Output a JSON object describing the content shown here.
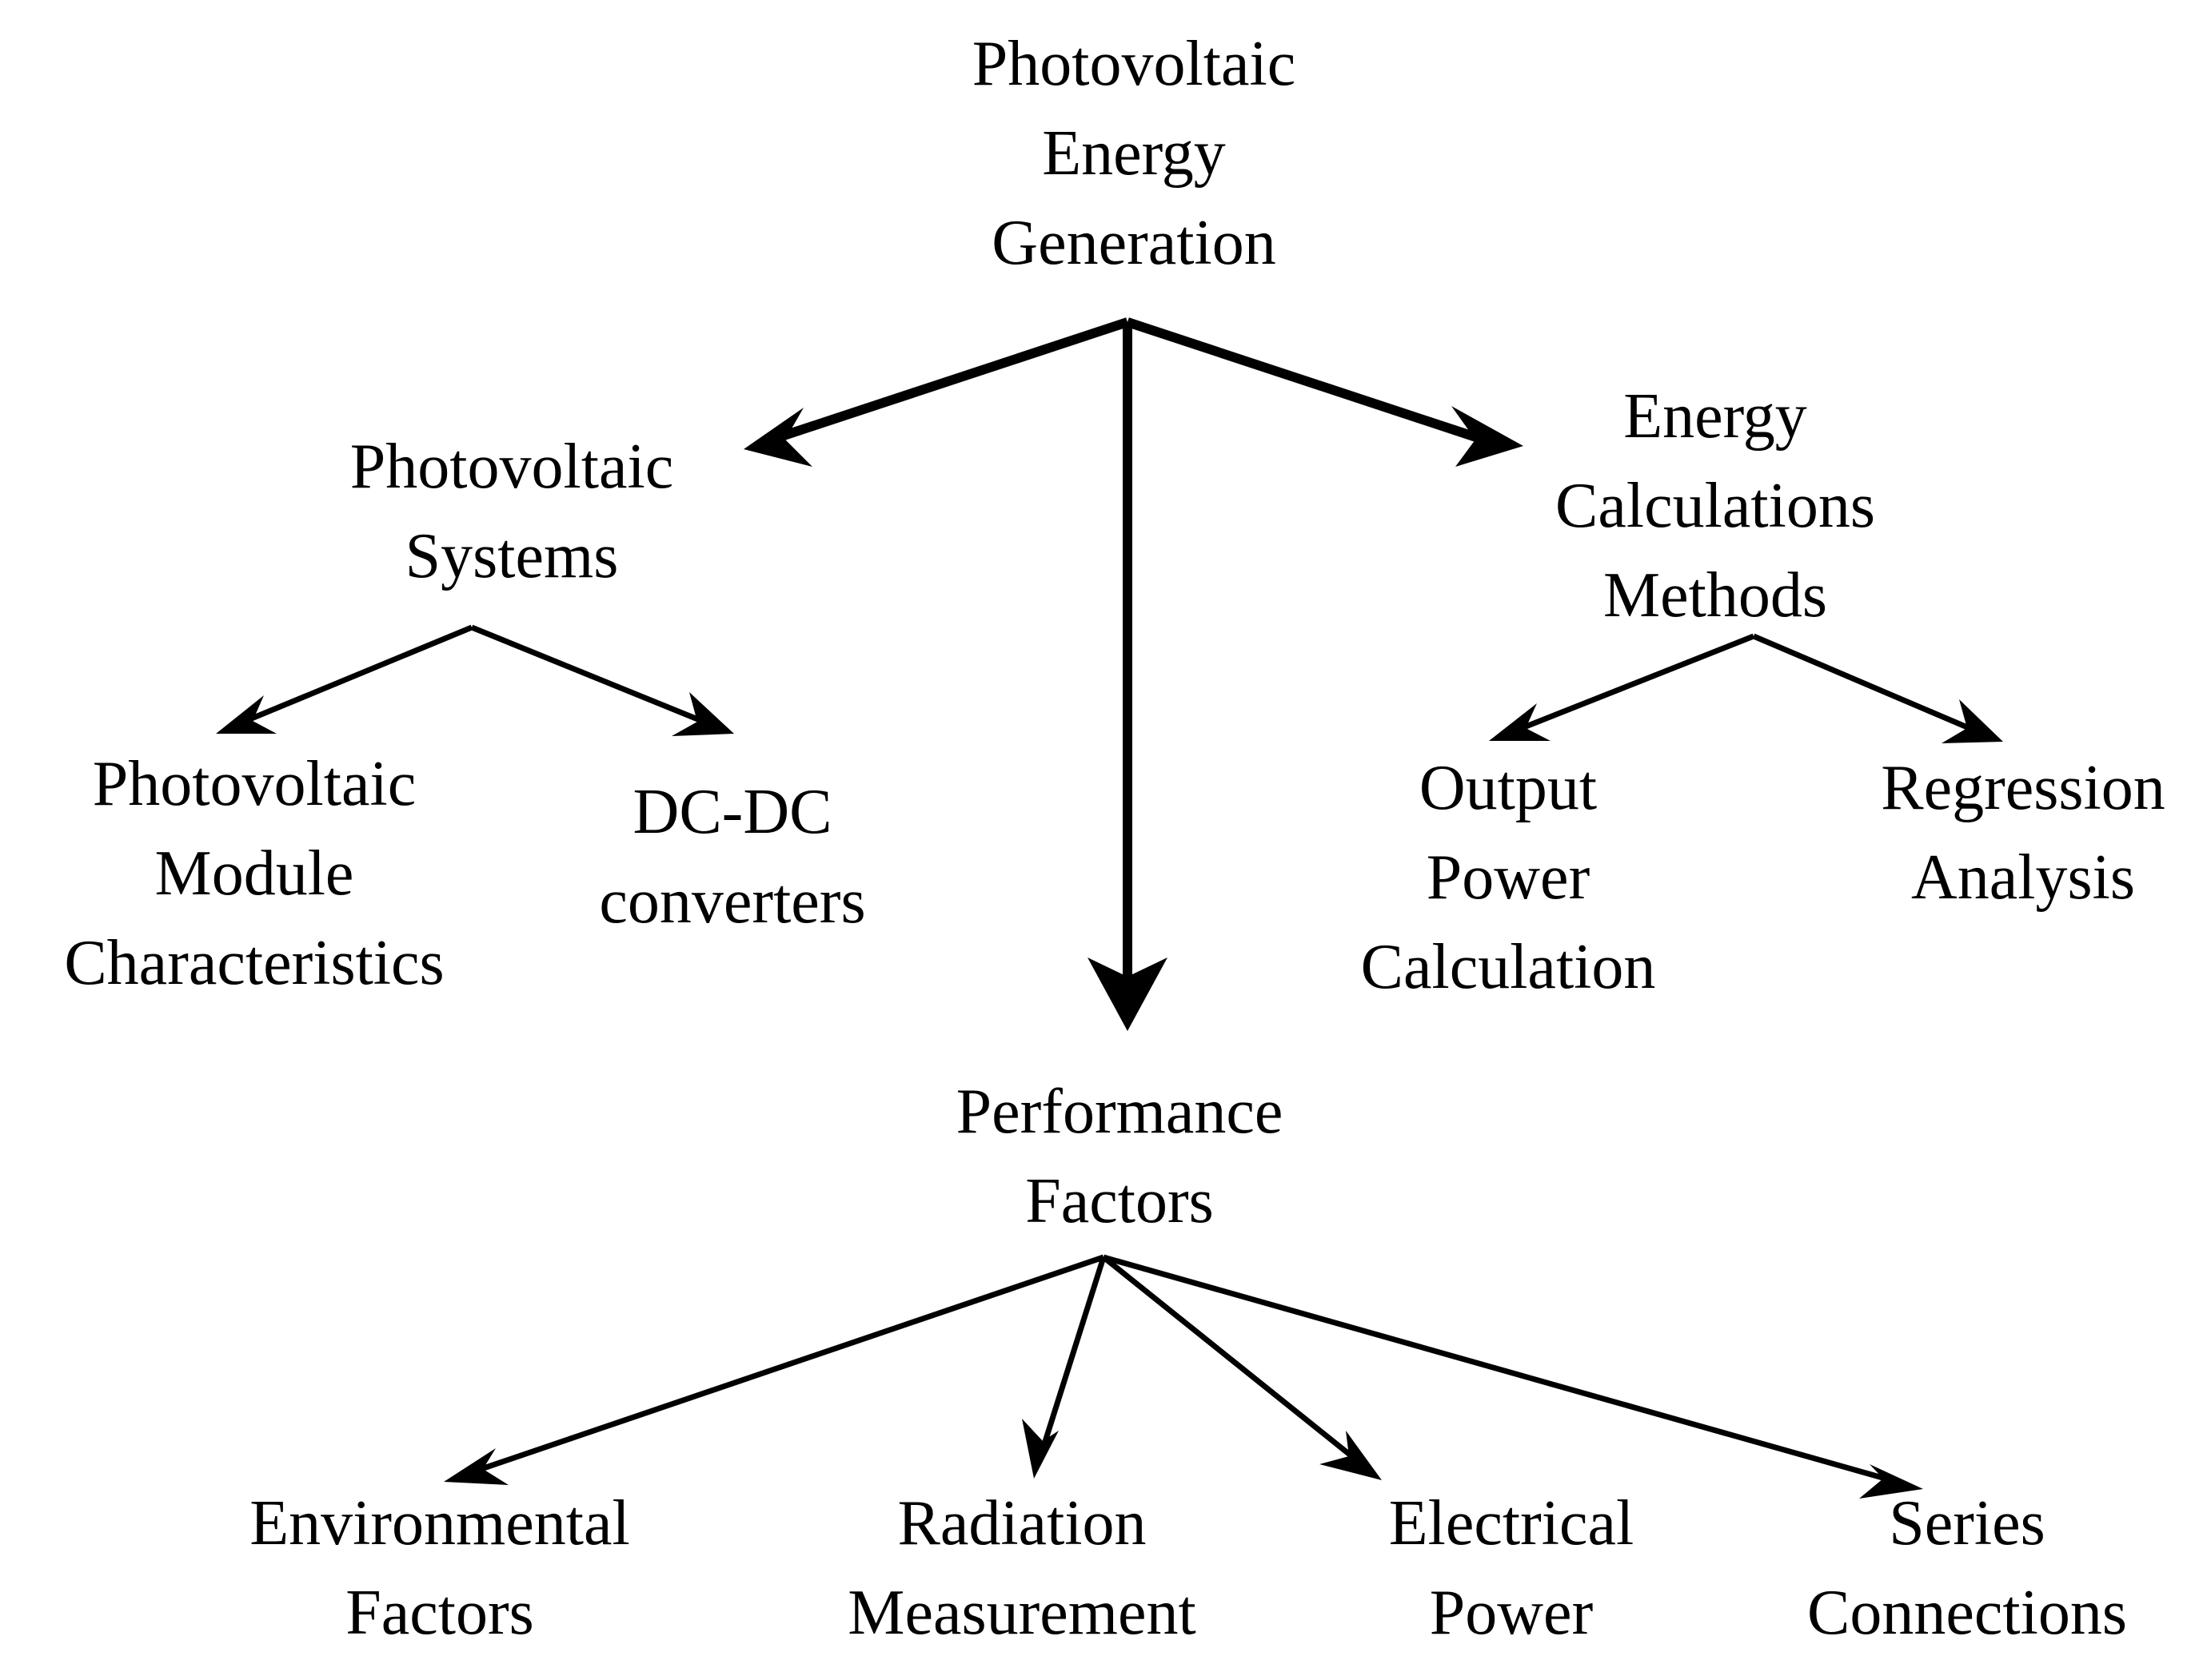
{
  "nodes": {
    "root": [
      "Photovoltaic",
      "Energy",
      "Generation"
    ],
    "pv_systems": [
      "Photovoltaic",
      "Systems"
    ],
    "energy_calc": [
      "Energy",
      "Calculations",
      "Methods"
    ],
    "pv_module": [
      "Photovoltaic",
      "Module",
      "Characteristics"
    ],
    "dcdc": [
      "DC-DC",
      "converters"
    ],
    "output_power": [
      "Output",
      "Power",
      "Calculation"
    ],
    "regression": [
      "Regression",
      "Analysis"
    ],
    "performance": [
      "Performance",
      "Factors"
    ],
    "environmental": [
      "Environmental",
      "Factors"
    ],
    "radiation": [
      "Radiation",
      "Measurement"
    ],
    "electrical": [
      "Electrical",
      "Power"
    ],
    "series": [
      "Series",
      "Connections"
    ]
  },
  "colors": {
    "ink": "#000000",
    "background": "#ffffff"
  }
}
